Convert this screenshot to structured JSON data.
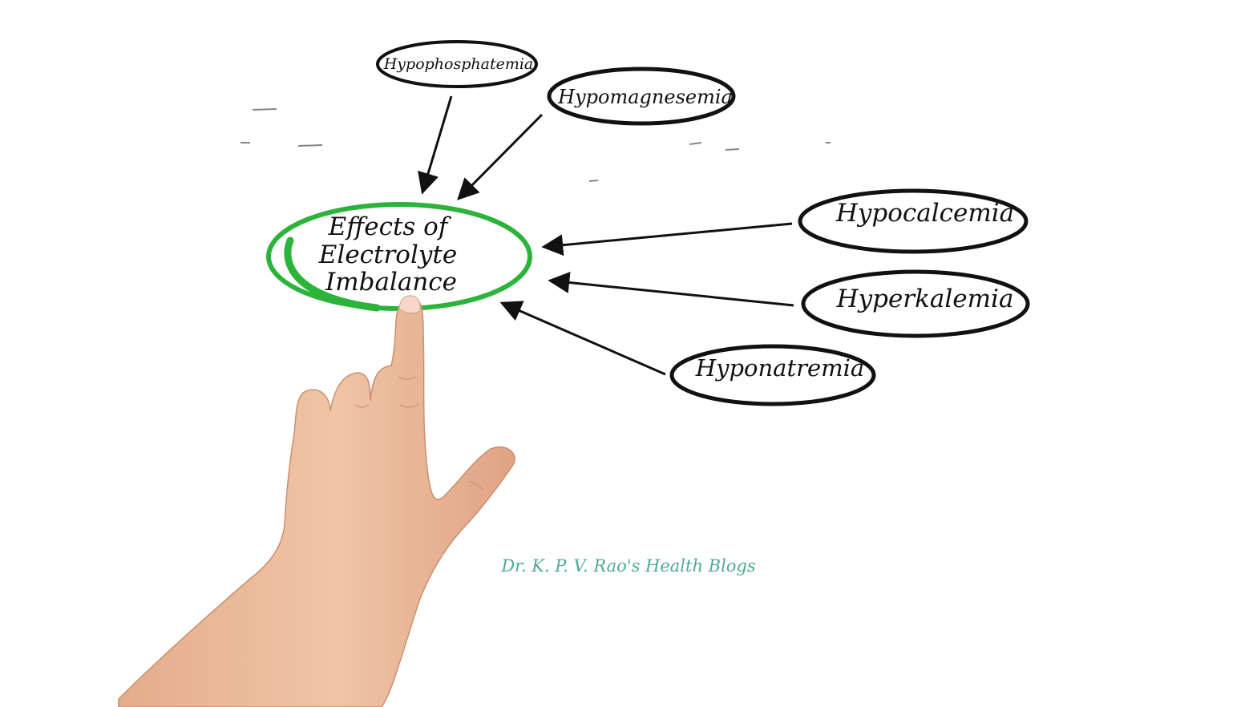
{
  "diagram": {
    "center": {
      "lines": [
        "Effects of",
        "Electrolyte",
        "Imbalance"
      ],
      "ring_color": "#2bb33a"
    },
    "nodes": {
      "hypophosphatemia": "Hypophosphatemia",
      "hypomagnesemia": "Hypomagnesemia",
      "hypocalcemia": "Hypocalcemia",
      "hyperkalemia": "Hyperkalemia",
      "hyponatremia": "Hyponatremia"
    }
  },
  "watermark": "Dr. K. P. V. Rao's Health Blogs",
  "colors": {
    "ink": "#111111",
    "accent_green": "#2bb33a",
    "watermark": "#4fa99a",
    "skin": "#eab89a"
  }
}
